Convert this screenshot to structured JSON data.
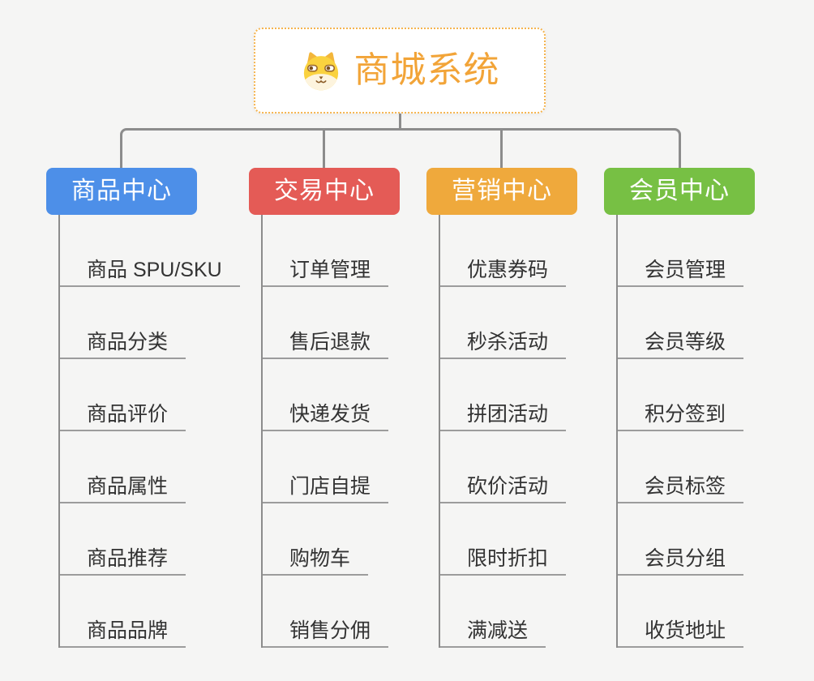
{
  "root": {
    "title": "商城系统",
    "icon": "dog-face-icon"
  },
  "branches": [
    {
      "label": "商品中心",
      "color": "#4D8FE8",
      "children": [
        "商品 SPU/SKU",
        "商品分类",
        "商品评价",
        "商品属性",
        "商品推荐",
        "商品品牌"
      ]
    },
    {
      "label": "交易中心",
      "color": "#E45B56",
      "children": [
        "订单管理",
        "售后退款",
        "快递发货",
        "门店自提",
        "购物车",
        "销售分佣"
      ]
    },
    {
      "label": "营销中心",
      "color": "#EFA93C",
      "children": [
        "优惠券码",
        "秒杀活动",
        "拼团活动",
        "砍价活动",
        "限时折扣",
        "满减送"
      ]
    },
    {
      "label": "会员中心",
      "color": "#77C044",
      "children": [
        "会员管理",
        "会员等级",
        "积分签到",
        "会员标签",
        "会员分组",
        "收货地址"
      ]
    }
  ],
  "colors": {
    "background": "#F5F5F4",
    "line": "#8C8C8C",
    "underline": "#9C9C9C",
    "leaf_text": "#333333",
    "root_accent": "#F2A438",
    "root_border": "#F5B44E"
  }
}
